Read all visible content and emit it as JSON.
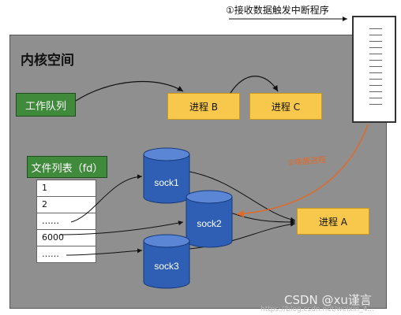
{
  "top_label": "①接收数据触发中断程序",
  "kernel_title": "内核空间",
  "work_queue": "工作队列",
  "process_b": "进程 B",
  "process_c": "进程 C",
  "process_a": "进程 A",
  "fd_list_title": "文件列表（fd）",
  "fd_rows": [
    "1",
    "2",
    "……",
    "6000",
    "……"
  ],
  "sockets": [
    "sock1",
    "sock2",
    "sock3"
  ],
  "interrupt_label": "②唤醒进程",
  "watermark": "CSDN @xu谨言",
  "watermark_url": "https://blog.csdn.net/weixin_4..."
}
